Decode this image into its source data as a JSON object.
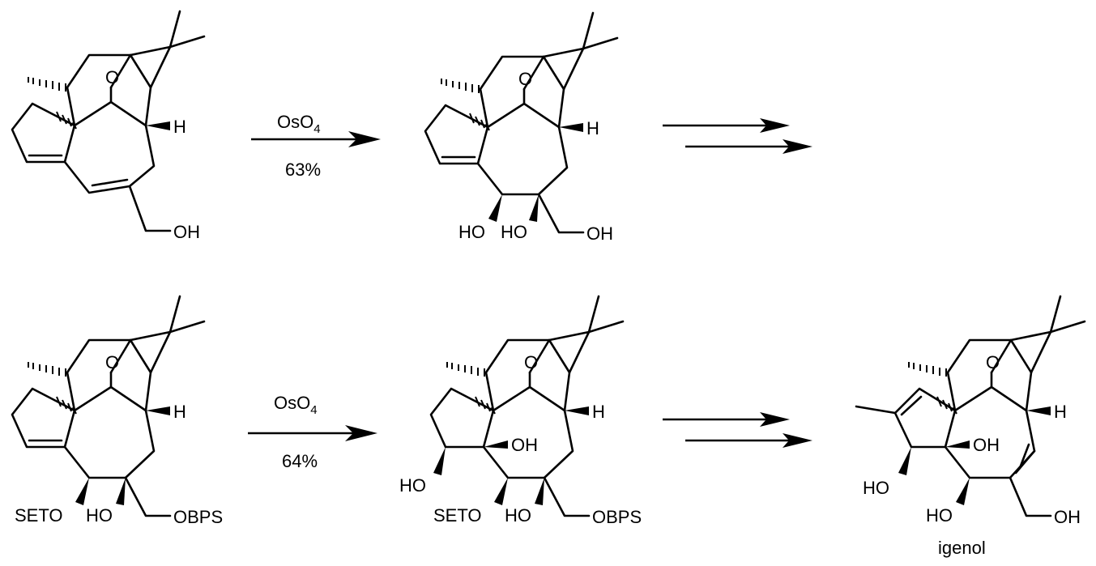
{
  "reactions": [
    {
      "reagent": "OsO",
      "reagent_sub": "4",
      "yield": "63%"
    },
    {
      "reagent": "OsO",
      "reagent_sub": "4",
      "yield": "64%"
    }
  ],
  "labels": {
    "oh": "OH",
    "ho": "HO",
    "h": "H",
    "o": "O",
    "seto": "SETO",
    "obps": "OBPS"
  },
  "product_name": "igenol"
}
